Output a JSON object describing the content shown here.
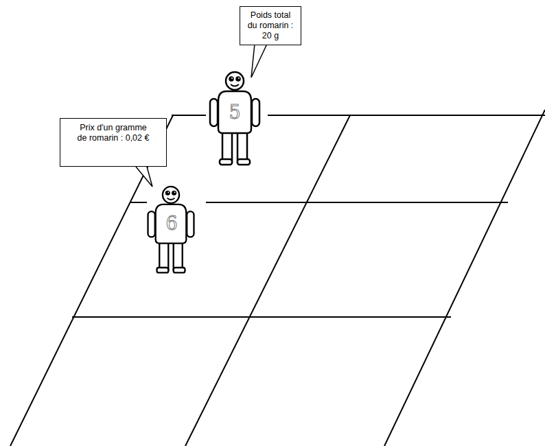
{
  "diagram": {
    "nodes": [
      {
        "text": [
          "Poids total du romarin : 20 g"
        ]
      },
      {
        "text": [
          "Prix d'un gramme de romarin : 0,02 €"
        ]
      }
    ],
    "labels": [
      "5",
      "6"
    ]
  }
}
